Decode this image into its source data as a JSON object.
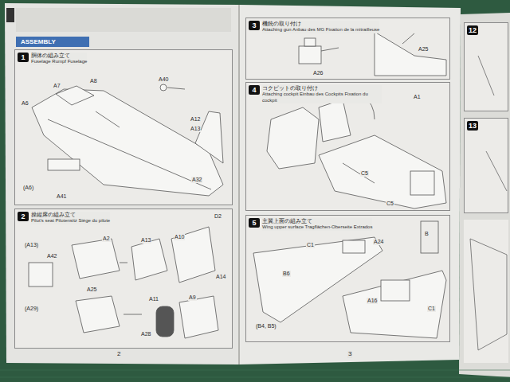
{
  "diagram": {
    "nodes": [
      {
        "text": [
          "ASSEMBLY"
        ]
      },
      {
        "text": [
          "1",
          "胴体の組み立て",
          "Fuselage Rumpf Fuselage"
        ]
      },
      {
        "text": [
          "2",
          "操縦席の組み立て",
          "Pilot's seat Pilotensitz Siège du pilote"
        ]
      },
      {
        "text": [
          "3",
          "機銃の取り付け",
          "Attaching gun Anbau des MG Fixation de la mitrailleuse"
        ]
      },
      {
        "text": [
          "4",
          "コクピットの取り付け",
          "Attaching cockpit Einbau des Cockpits Fixation du cockpit"
        ]
      },
      {
        "text": [
          "5",
          "主翼上面の組み立て",
          "Wing upper surface Tragflächen-Oberseite Extrados"
        ]
      },
      {
        "text": [
          "12"
        ]
      },
      {
        "text": [
          "13"
        ]
      }
    ],
    "labels": [
      "A8",
      "A7",
      "A6",
      "A40",
      "A12",
      "A13",
      "A32",
      "A41",
      "(A6)",
      "(A13)",
      "A42",
      "A2",
      "A13",
      "A10",
      "D2",
      "A14",
      "A25",
      "(A29)",
      "A11",
      "A9",
      "A28",
      "2",
      "A25",
      "A26",
      "A1",
      "C5",
      "C5",
      "C1",
      "A24",
      "B",
      "B6",
      "A16",
      "C1",
      "(B4, B5)",
      "3"
    ]
  }
}
